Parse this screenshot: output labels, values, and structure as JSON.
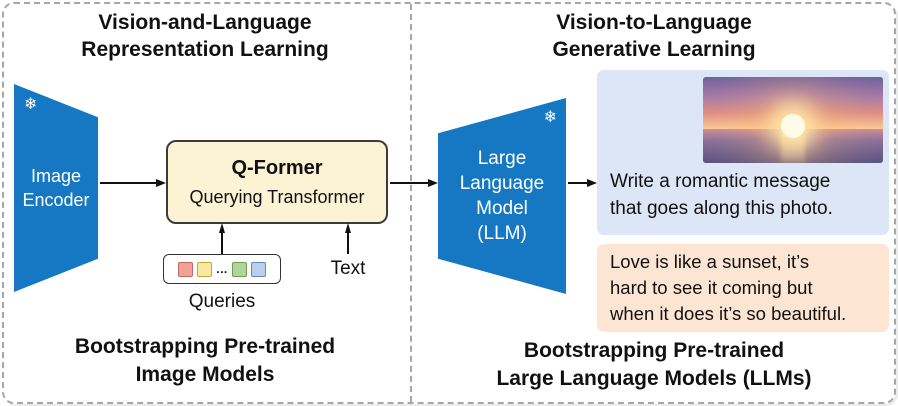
{
  "icons": {
    "snowflake": "❄"
  },
  "colors": {
    "frozen_model_blue": "#1678c2",
    "qformer_fill": "#fbf3d4",
    "prompt_box_fill": "#dce6f6",
    "response_box_fill": "#fce5d2",
    "query_token_colors": [
      "#f0a096",
      "#fae7a0",
      "#afd59a",
      "#b9cfec"
    ],
    "dashed_border": "#a3a7ab"
  },
  "left_panel": {
    "title_line1": "Vision-and-Language",
    "title_line2": "Representation Learning",
    "encoder_label_line1": "Image",
    "encoder_label_line2": "Encoder",
    "qformer_title": "Q-Former",
    "qformer_subtitle": "Querying Transformer",
    "queries_ellipsis": "...",
    "queries_label": "Queries",
    "text_label": "Text",
    "caption_line1": "Bootstrapping Pre-trained",
    "caption_line2": "Image Models"
  },
  "right_panel": {
    "title_line1": "Vision-to-Language",
    "title_line2": "Generative Learning",
    "llm_label_line1": "Large",
    "llm_label_line2": "Language",
    "llm_label_line3": "Model",
    "llm_label_line4": "(LLM)",
    "prompt_line1": "Write a romantic message",
    "prompt_line2": "that goes along this photo.",
    "response_line1": "Love is like a sunset, it’s",
    "response_line2": "hard to see it coming but",
    "response_line3": "when it does it’s so beautiful.",
    "caption_line1": "Bootstrapping Pre-trained",
    "caption_line2": "Large Language Models (LLMs)"
  }
}
